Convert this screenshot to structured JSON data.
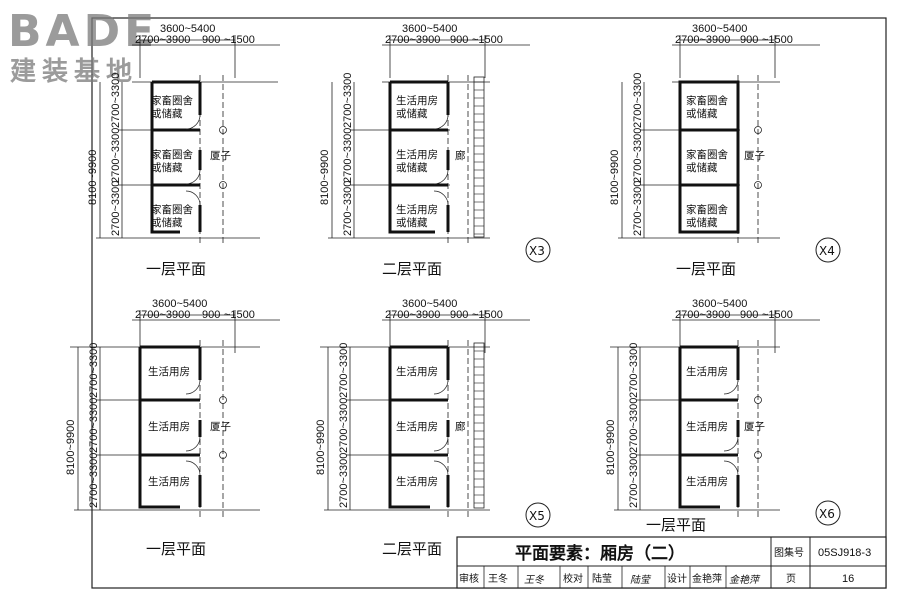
{
  "watermark": {
    "logo_text": "BADE",
    "subtitle": "建装基地"
  },
  "dims": {
    "top_total": "3600~5400",
    "top_left": "2700~3900",
    "top_mid": "900",
    "top_right": "~1500",
    "side_total": "8100~9900",
    "side_part": "2700~3300"
  },
  "rooms": {
    "livestock": "家畜圈舍",
    "storage": "或储藏",
    "living": "生活用房",
    "toilet": "厦子",
    "corridor": "廊"
  },
  "captions": {
    "ground_floor": "一层平面",
    "second_floor": "二层平面"
  },
  "codes": {
    "x3": "X3",
    "x4": "X4",
    "x5": "X5",
    "x6": "X6"
  },
  "titleblock": {
    "title": "平面要素：厢房（二）",
    "atlas_label": "图集号",
    "atlas_no": "05SJ918-3",
    "page_label": "页",
    "page_no": "16",
    "review_label": "审核",
    "review_name": "王冬",
    "review_sig": "王冬",
    "check_label": "校对",
    "check_name": "陆莹",
    "check_sig": "陆莹",
    "design_label": "设计",
    "design_name": "金艳萍",
    "design_sig": "金艳萍"
  }
}
